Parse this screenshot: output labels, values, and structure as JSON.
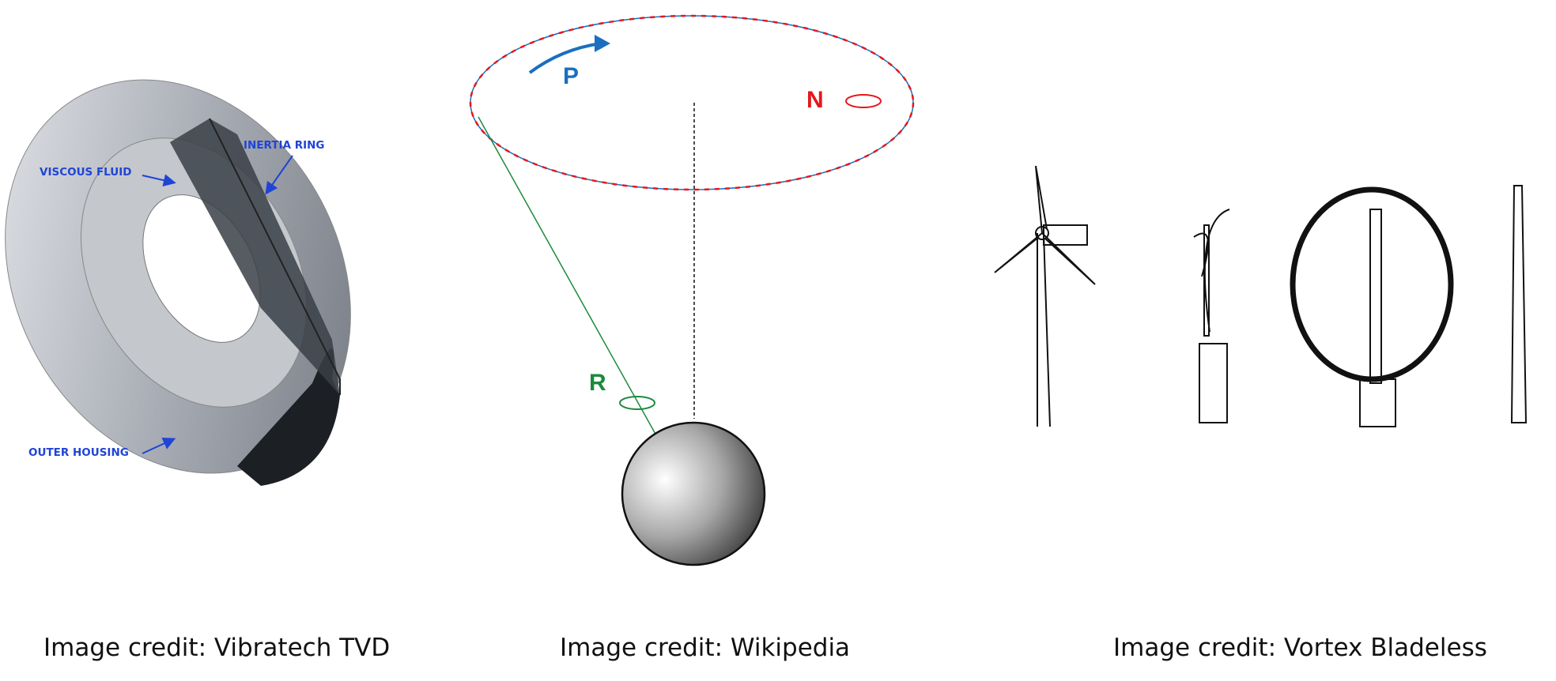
{
  "panels": {
    "damper": {
      "labels": {
        "viscous_fluid": "VISCOUS FLUID",
        "inertia_ring": "INERTIA RING",
        "outer_housing": "OUTER HOUSING"
      },
      "caption": "Image credit: Vibratech TVD",
      "label_color": "#1f44d6"
    },
    "pendulum": {
      "labels": {
        "p": "P",
        "n": "N",
        "r": "R"
      },
      "caption": "Image credit: Wikipedia",
      "colors": {
        "p": "#1a6fc0",
        "n": "#e8161b",
        "r": "#1c8a3c"
      }
    },
    "turbines": {
      "caption": "Image credit: Vortex Bladeless"
    }
  }
}
